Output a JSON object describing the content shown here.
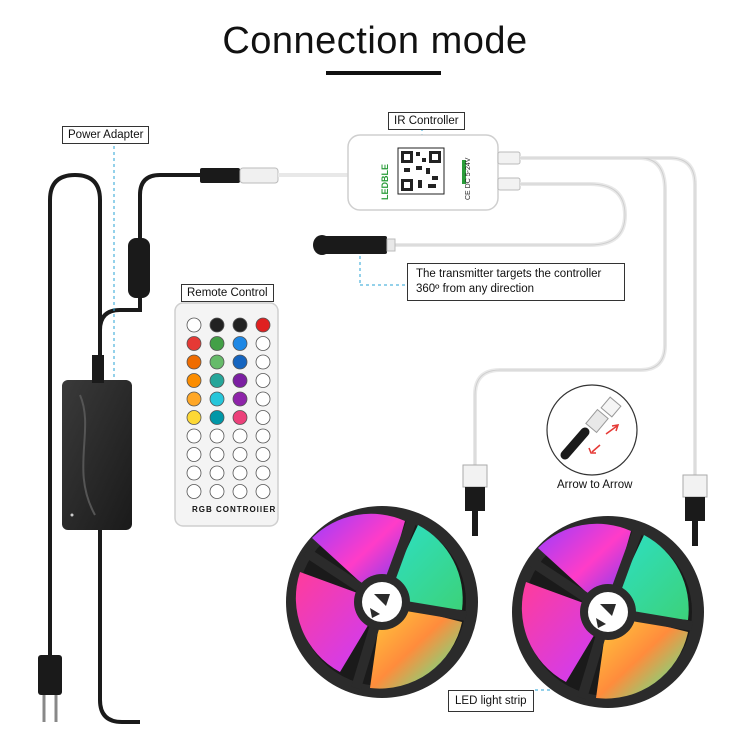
{
  "title": "Connection mode",
  "labels": {
    "power_adapter": "Power Adapter",
    "ir_controller": "IR Controller",
    "remote_control": "Remote Control",
    "transmitter_line1": "The transmitter targets the controller",
    "transmitter_line2": "360º from any direction",
    "arrow_to_arrow": "Arrow to Arrow",
    "led_strip": "LED light strip"
  },
  "remote": {
    "footer": "RGB CONTROllER",
    "button_colors": [
      [
        "#ffffff",
        "#222222",
        "#222222",
        "#e02020"
      ],
      [
        "#e53935",
        "#43a047",
        "#1e88e5",
        "#ffffff"
      ],
      [
        "#ef6c00",
        "#66bb6a",
        "#1565c0",
        "#ffffff"
      ],
      [
        "#fb8c00",
        "#26a69a",
        "#7b1fa2",
        "#ffffff"
      ],
      [
        "#ffa726",
        "#26c6da",
        "#8e24aa",
        "#ffffff"
      ],
      [
        "#fdd835",
        "#0097a7",
        "#ec407a",
        "#ffffff"
      ],
      [
        "#ffffff",
        "#ffffff",
        "#ffffff",
        "#ffffff"
      ],
      [
        "#ffffff",
        "#ffffff",
        "#ffffff",
        "#ffffff"
      ],
      [
        "#ffffff",
        "#ffffff",
        "#ffffff",
        "#ffffff"
      ],
      [
        "#ffffff",
        "#ffffff",
        "#ffffff",
        "#ffffff"
      ]
    ]
  },
  "controller": {
    "brand": "LEDBLE"
  },
  "colors": {
    "cable": "#1a1a1a",
    "white_cable": "#e8e8e8",
    "guide_line": "#29a3d6",
    "reel": "#2b2b2b"
  }
}
